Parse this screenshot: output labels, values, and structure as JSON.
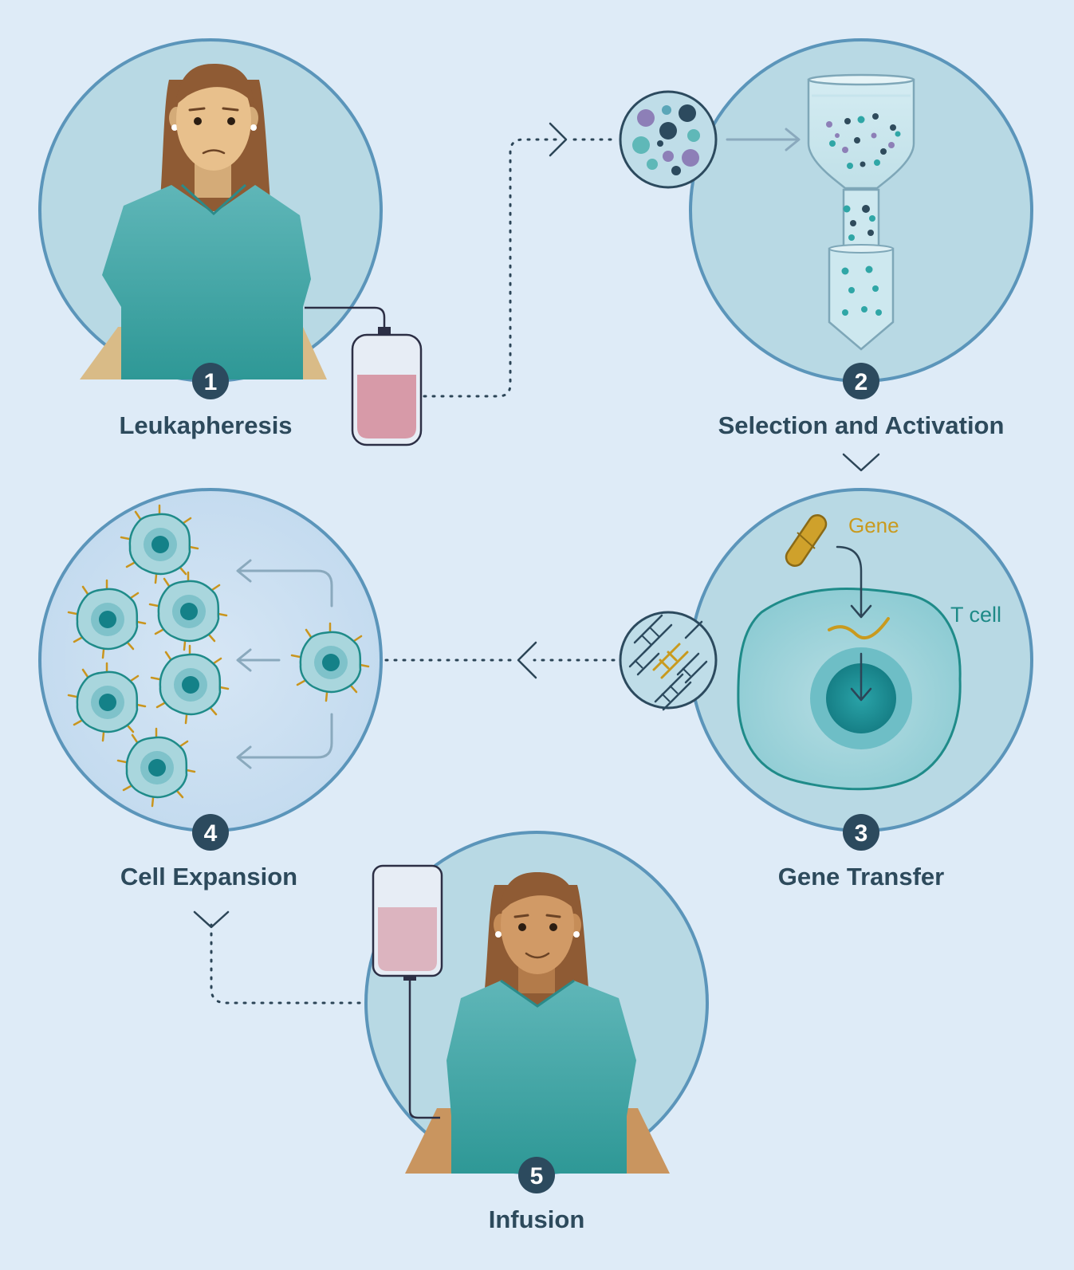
{
  "steps": [
    {
      "number": "1",
      "label": "Leukapheresis"
    },
    {
      "number": "2",
      "label": "Selection and Activation"
    },
    {
      "number": "3",
      "label": "Gene Transfer"
    },
    {
      "number": "4",
      "label": "Cell Expansion"
    },
    {
      "number": "5",
      "label": "Infusion"
    }
  ],
  "labels": {
    "gene": "Gene",
    "t_cell": "T cell"
  },
  "colors": {
    "background": "#deebf7",
    "circle_fill": "#b8d9e4",
    "circle_ring": "#5b95ba",
    "badge": "#2c4a5e",
    "gown": "#3da3a3",
    "gene": "#c99a1e",
    "t_cell_text": "#1e8a87",
    "blood_bag": "#d79aa8"
  },
  "icons": [
    "patient-icon",
    "blood-bag-icon",
    "cell-sample-icon",
    "separation-column-icon",
    "gene-capsule-icon",
    "t-cell-icon",
    "dna-strands-icon",
    "expanded-cells-icon",
    "iv-bag-icon"
  ]
}
